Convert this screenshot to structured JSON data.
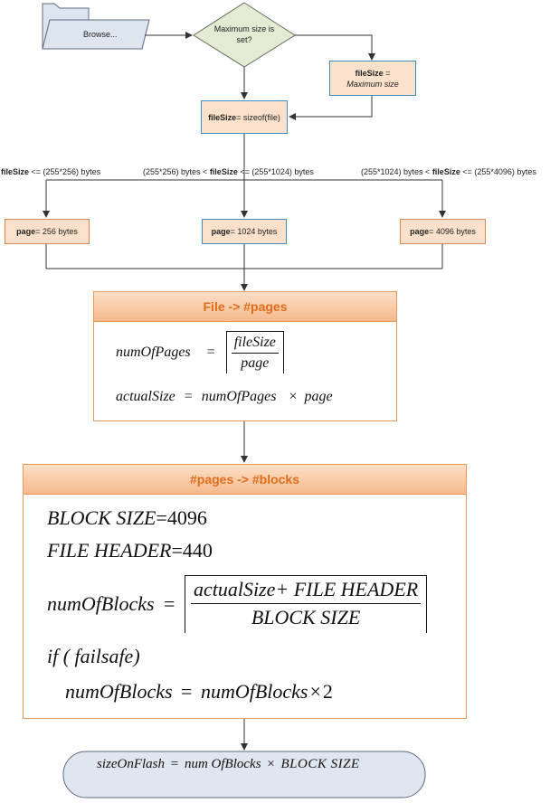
{
  "browse": {
    "label": "Browse..."
  },
  "decision": {
    "label": "Maximum size is set?"
  },
  "max_size_box": {
    "var": "fileSize",
    "eq": " =",
    "value": "Maximum size"
  },
  "sizeof_box": {
    "var": "fileSize",
    "text": " = sizeof(file)"
  },
  "conditions": [
    {
      "prefix": "",
      "var": "fileSize",
      "suffix": " <= (255*256) bytes"
    },
    {
      "prefix": "(255*256) bytes < ",
      "var": "fileSize",
      "suffix": " <= (255*1024) bytes"
    },
    {
      "prefix": "(255*1024) bytes < ",
      "var": "fileSize",
      "suffix": " <= (255*4096) bytes"
    }
  ],
  "pages": [
    {
      "var": "page",
      "text": " = 256 bytes"
    },
    {
      "var": "page",
      "text": " = 1024 bytes"
    },
    {
      "var": "page",
      "text": " = 4096 bytes"
    }
  ],
  "file_pages": {
    "title": "File -> #pages",
    "num_of_pages": "numOfPages",
    "eq": "=",
    "frac_num": "fileSize",
    "frac_den": "page",
    "actual_size": "actualSize",
    "eq2": "=",
    "rhs_a": "numOfPages",
    "times": "×",
    "rhs_b": "page"
  },
  "pages_blocks": {
    "title": "#pages -> #blocks",
    "block_size_name": "BLOCK SIZE",
    "block_size_eq": "=",
    "block_size_value": "4096",
    "header_name": "FILE HEADER",
    "header_eq": "=",
    "header_value": "440",
    "num_of_blocks": "numOfBlocks",
    "eq": "=",
    "frac_num": "actualSize+ FILE HEADER",
    "frac_den": "BLOCK SIZE",
    "if_line": "if ( failsafe)",
    "fs_lhs": "numOfBlocks",
    "fs_eq": "=",
    "fs_rhs": "numOfBlocks",
    "fs_times": "×",
    "fs_mult": "2"
  },
  "terminal": {
    "lhs": "sizeOnFlash",
    "eq": "=",
    "rhs_a": "num OfBlocks",
    "times": "×",
    "rhs_b": "BLOCK SIZE"
  },
  "colors": {
    "orange_fill": "#fbe0cb",
    "orange_border": "#e39a5c",
    "title_text": "#e06c1c",
    "blue_border": "#3b8ec6",
    "decision_fill": "#e3ebd5",
    "terminal_fill": "#dfe6ef",
    "folder_fill": "#dde5ef"
  }
}
